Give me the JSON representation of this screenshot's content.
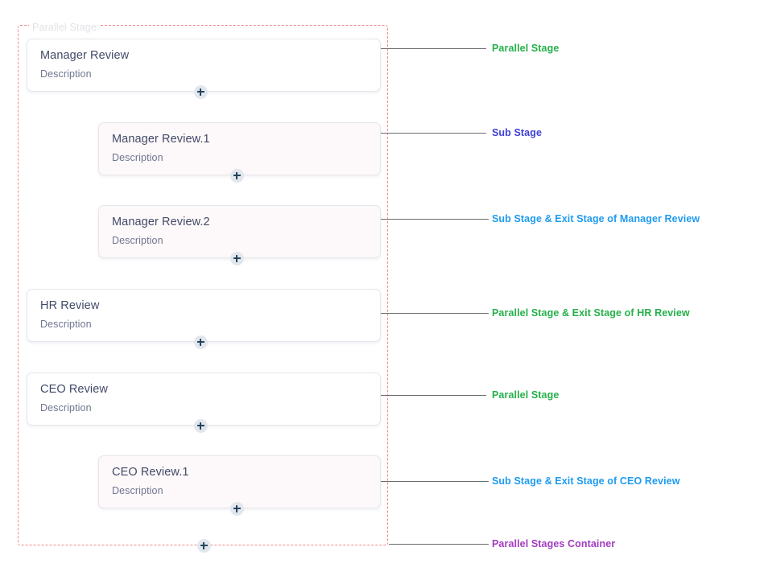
{
  "container": {
    "legend": "Parallel Stage",
    "legend_color": "#e2e2e6",
    "border_color": "#f08a8a"
  },
  "colors": {
    "parallel_stage": "#25b04a",
    "sub_stage": "#3f3fd8",
    "sub_exit_stage": "#1e9bf0",
    "container_annotation": "#a23bbf",
    "card_title": "#424a68",
    "card_desc": "#6f7690",
    "sub_card_bg": "#fdf8f9",
    "parallel_card_bg": "#ffffff",
    "plus_circle": "#e2e6ed",
    "plus_glyph": "#24445e",
    "connector_line": "#6c6c6c"
  },
  "cards": [
    {
      "title": "Manager Review",
      "description": "Description",
      "type": "parallel"
    },
    {
      "title": "Manager Review.1",
      "description": "Description",
      "type": "sub"
    },
    {
      "title": "Manager Review.2",
      "description": "Description",
      "type": "sub"
    },
    {
      "title": "HR Review",
      "description": "Description",
      "type": "parallel"
    },
    {
      "title": "CEO Review",
      "description": "Description",
      "type": "parallel"
    },
    {
      "title": "CEO Review.1",
      "description": "Description",
      "type": "sub"
    }
  ],
  "annotations": [
    {
      "text": "Parallel Stage",
      "color_key": "parallel_stage"
    },
    {
      "text": "Sub Stage",
      "color_key": "sub_stage"
    },
    {
      "text": "Sub Stage & Exit Stage of Manager Review",
      "color_key": "sub_exit_stage"
    },
    {
      "text": "Parallel Stage & Exit Stage of HR Review",
      "color_key": "parallel_stage"
    },
    {
      "text": "Parallel Stage",
      "color_key": "parallel_stage"
    },
    {
      "text": "Sub Stage & Exit Stage of CEO Review",
      "color_key": "sub_exit_stage"
    },
    {
      "text": "Parallel Stages Container",
      "color_key": "container_annotation"
    }
  ],
  "add_buttons": [
    {
      "name": "add-stage-after-manager-review"
    },
    {
      "name": "add-stage-after-manager-review-1"
    },
    {
      "name": "add-stage-after-manager-review-2"
    },
    {
      "name": "add-stage-after-hr-review"
    },
    {
      "name": "add-stage-after-ceo-review"
    },
    {
      "name": "add-stage-after-ceo-review-1"
    },
    {
      "name": "add-stage-to-container"
    }
  ]
}
